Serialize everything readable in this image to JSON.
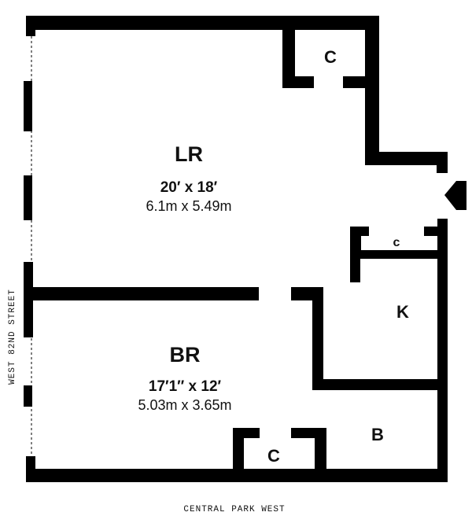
{
  "rooms": {
    "living_room": {
      "label": "LR",
      "dimensions_ft": "20′ x 18′",
      "dimensions_m": "6.1m x  5.49m"
    },
    "bedroom": {
      "label": "BR",
      "dimensions_ft": "17′1″ x 12′",
      "dimensions_m": "5.03m x 3.65m"
    },
    "kitchen": {
      "label": "K"
    },
    "bath": {
      "label": "B"
    },
    "closet_lr": {
      "label": "C"
    },
    "closet_br": {
      "label": "C"
    },
    "closet_small": {
      "label": "c"
    }
  },
  "streets": {
    "left": "WEST 82ND STREET",
    "bottom": "CENTRAL PARK WEST"
  },
  "entrance": {
    "icon": "entrance-arrow-icon"
  }
}
